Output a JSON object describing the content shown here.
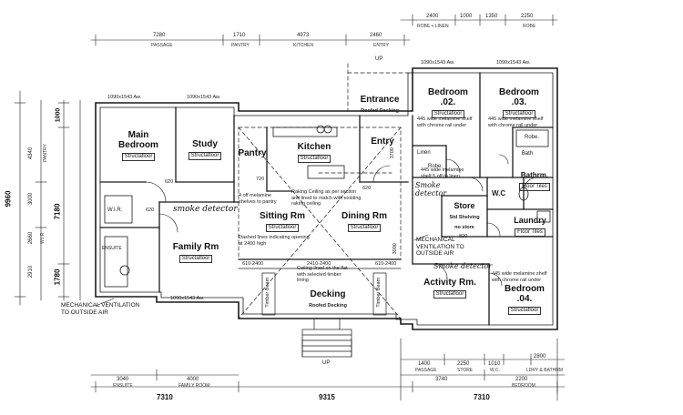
{
  "rooms": {
    "main_bedroom": {
      "name": "Main Bedroom",
      "floor": "Structafloor"
    },
    "study": {
      "name": "Study",
      "floor": "Structafloor"
    },
    "pantry": {
      "name": "Pantry"
    },
    "kitchen": {
      "name": "Kitchen",
      "floor": "Structafloor"
    },
    "entrance": {
      "name": "Entrance",
      "note": "Roofed Decking"
    },
    "entry": {
      "name": "Entry"
    },
    "bedroom2": {
      "name": "Bedroom .02.",
      "floor": "Structafloor",
      "note": "445 wide melamine shelf with chrome rail under"
    },
    "bedroom3": {
      "name": "Bedroom .03.",
      "floor": "Structafloor",
      "note": "445 wide melamine shelf with chrome rail under"
    },
    "bath": {
      "name": "Bath"
    },
    "bathrm": {
      "name": "Bathrm.",
      "floor": "Floor Tiles"
    },
    "store": {
      "name": "Store",
      "note": "Std Shelving no store"
    },
    "laundry": {
      "name": "Laundry",
      "floor": "Floor Tiles"
    },
    "sitting": {
      "name": "Sitting Rm",
      "floor": "Structafloor"
    },
    "dining": {
      "name": "Dining Rm",
      "floor": "Structafloor"
    },
    "family": {
      "name": "Family Rm",
      "floor": "Structafloor"
    },
    "activity": {
      "name": "Activity Rm.",
      "floor": "Structafloor"
    },
    "bedroom4": {
      "name": "Bedroom .04.",
      "floor": "Structafloor",
      "note": "445 wide melamine shelf with chrome rail under"
    },
    "decking": {
      "name": "Decking",
      "note": "Roofed Decking"
    }
  },
  "small_labels": {
    "robe1": "Robe.",
    "robe2": "Robe.",
    "linen": "Linen",
    "wc": "W.C",
    "wir": "W.I.R.",
    "ensuite": "ENSUITE",
    "up_top": "UP",
    "up_bottom": "UP"
  },
  "notes": {
    "pantry_shelves": "4 off melamine shelves to pantry",
    "skylight": "Dashed lines indicating opening at 2400 high",
    "ceiling": "Raking Ceiling as per section and lined to match with existing raking ceiling",
    "decking_ceiling": "Ceiling lined on the flat with selected timber lining",
    "shelf_note": "445 wide melamine shelf 5 off to linen",
    "beam1": "Timber Beam",
    "beam2": "Timber Beam"
  },
  "handwritten": {
    "smoke1": "smoke detector",
    "smoke2": "Smoke detector",
    "smoke3": "Smoke detector"
  },
  "vents": {
    "right": "MECHANICAL VENTILATION TO OUTSIDE AIR",
    "left": "MECHANICAL VENTILATION TO OUTSIDE AIR"
  },
  "top_dims": {
    "d1": "7280",
    "l1": "PASSAGE",
    "d2": "1710",
    "l2": "PANTRY",
    "d3": "4973",
    "l3": "KITCHEN",
    "d4": "2460",
    "l4": "ENTRY",
    "d5": "2400",
    "l5": "ROBE + LINEN",
    "d6": "1000",
    "d7": "1350",
    "d8": "2250",
    "l8": "ROBE"
  },
  "left_dims": {
    "total": "9960",
    "d7180": "7180",
    "d1780": "1780",
    "d1000": "1000",
    "d4340": "4340",
    "d3000": "3000",
    "d2660": "2660",
    "d2910": "2910",
    "l_pantry": "PANTRY",
    "l_wir": "W.I.R."
  },
  "bottom_dims": {
    "total_left": "7310",
    "total_mid": "9315",
    "total_right": "7310",
    "d3040": "3040",
    "l3040": "ENSUITE",
    "d4000": "4000",
    "l4000": "FAMILY ROOM",
    "d1400": "1400",
    "l1400": "PASSAGE",
    "d2250": "2250",
    "l2250": "STORE",
    "d3740": "3740",
    "d1010": "1010",
    "l1010": "W.C.",
    "d2800": "2800",
    "l2800": "LDRY & BATHRM",
    "d2200": "2200",
    "l2200": "BEDROOM"
  },
  "window_labels": {
    "w1": "1090x1543 Aw.",
    "w2": "1090x1543 Aw.",
    "w3": "1090x1543 Aw.",
    "w4": "1090x1543 Aw.",
    "w5": "1090x1543 Aw.",
    "d620a": "620",
    "d620b": "620",
    "d620c": "620",
    "d720": "720",
    "d820": "820",
    "s2400a": "610-2400",
    "s2400b": "2410-2400",
    "s2400c": "610-2400",
    "d3000": "3000",
    "d3700": "3700"
  }
}
